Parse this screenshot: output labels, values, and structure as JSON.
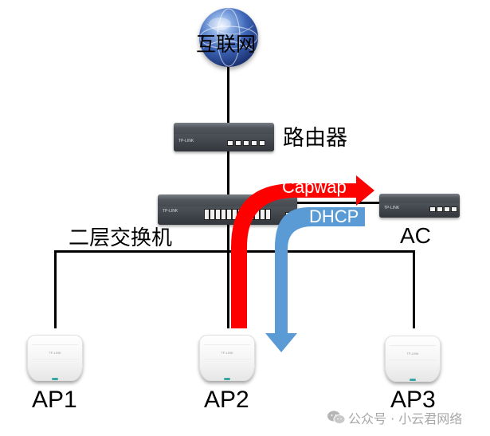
{
  "diagram": {
    "nodes": {
      "internet": {
        "label": "互联网",
        "icon": "globe-icon"
      },
      "router": {
        "label": "路由器",
        "brand": "TP-LINK",
        "port_count": 5
      },
      "switch": {
        "label": "二层交换机",
        "brand": "TP-LINK",
        "port_count": 24
      },
      "ac": {
        "label": "AC",
        "brand": "TP-LINK",
        "port_count": 4
      },
      "aps": [
        {
          "label": "AP1",
          "brand": "TP-LINK"
        },
        {
          "label": "AP2",
          "brand": "TP-LINK"
        },
        {
          "label": "AP3",
          "brand": "TP-LINK"
        }
      ]
    },
    "flows": [
      {
        "label": "Capwap",
        "direction": "AP2 → AC",
        "color": "#ff0000"
      },
      {
        "label": "DHCP",
        "direction": "AC → AP2",
        "color": "#5b9bd5"
      }
    ],
    "edges": [
      [
        "internet",
        "router"
      ],
      [
        "router",
        "switch"
      ],
      [
        "switch",
        "AP1"
      ],
      [
        "switch",
        "AP2"
      ],
      [
        "switch",
        "AP3"
      ],
      [
        "switch",
        "AC"
      ]
    ]
  },
  "watermark": {
    "text": "公众号 · 小云君网络",
    "icon": "wechat-icon"
  }
}
